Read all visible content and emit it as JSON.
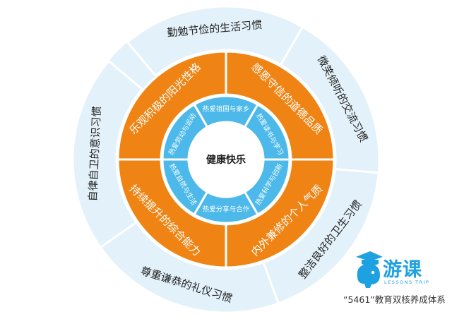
{
  "center": {
    "label": "健康快乐"
  },
  "outer_ring": [
    {
      "label": "勤勉节俭的生活习惯",
      "start": -67.5,
      "end": -22.5
    },
    {
      "label": "微笑倾听的交流习惯",
      "start": -22.5,
      "end": 22.5
    },
    {
      "label": "整洁良好的卫生习惯",
      "start": 22.5,
      "end": 67.5
    },
    {
      "label": "尊重谦恭的礼仪习惯",
      "start": 67.5,
      "end": 112.5
    },
    {
      "label": "自律自卫的意识习惯",
      "start": 112.5,
      "end": 157.5
    }
  ],
  "middle_ring": [
    {
      "label": "乐观积极的阳光性格",
      "start": 90,
      "end": 180
    },
    {
      "label": "感恩守信的道德品质",
      "start": 0,
      "end": 90
    },
    {
      "label": "内外兼修的个人气质",
      "start": 90,
      "end": 180
    },
    {
      "label": "持续提升的综合能力",
      "start": 180,
      "end": 270
    }
  ],
  "inner_ring": [
    {
      "label": "热爱祖国与家乡"
    },
    {
      "label": "热爱读书与学习"
    },
    {
      "label": "热爱科学与创新"
    },
    {
      "label": "热爱分享与合作"
    },
    {
      "label": "热爱自然与生活"
    },
    {
      "label": "热爱劳动与运动"
    }
  ],
  "brand": {
    "name": "游课",
    "subtitle": "LESSONS TRIP",
    "caption": "“5461”教育双核养成体系"
  },
  "colors": {
    "outer_fill": "#e3f1fa",
    "middle_fill": "#ef8414",
    "inner_fill": "#4cb9ea",
    "center_fill": "#ffffff",
    "brand_blue": "#1da1e0"
  }
}
